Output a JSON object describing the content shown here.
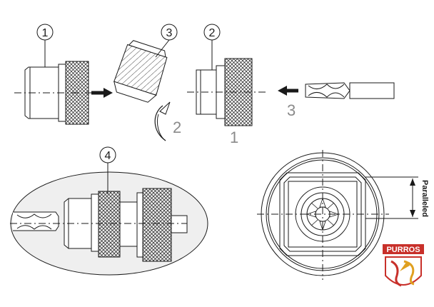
{
  "callouts": {
    "c1": "1",
    "c2": "2",
    "c3": "3",
    "c4": "4"
  },
  "steps": {
    "rotate_step": "2",
    "insert_step": "3",
    "assembly_step": "1"
  },
  "dimension": {
    "label": "Paralleled"
  },
  "logo": {
    "text": "PURROS"
  },
  "colors": {
    "line": "#1a1a1a",
    "grey_label": "#8a8a8a",
    "logo_red": "#c8302a",
    "logo_gold": "#e0a020"
  }
}
